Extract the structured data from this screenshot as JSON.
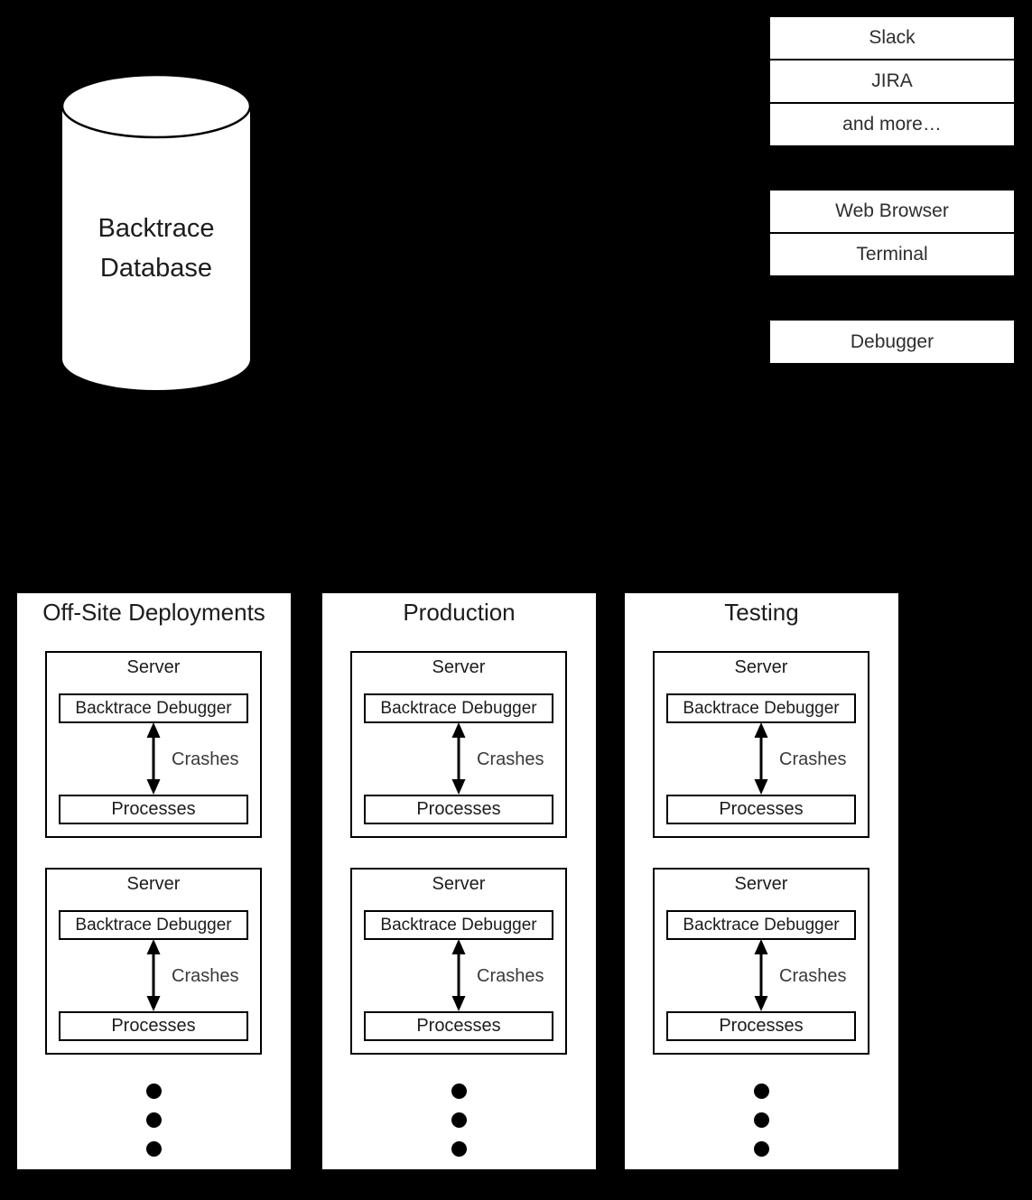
{
  "database": {
    "line1": "Backtrace",
    "line2": "Database"
  },
  "integrations": [
    "Slack",
    "JIRA",
    "and more…"
  ],
  "clients": [
    "Web Browser",
    "Terminal"
  ],
  "tools": [
    "Debugger"
  ],
  "panels": [
    {
      "title": "Off-Site Deployments",
      "servers": [
        {
          "title": "Server",
          "debugger": "Backtrace Debugger",
          "crashes": "Crashes",
          "processes": "Processes"
        },
        {
          "title": "Server",
          "debugger": "Backtrace Debugger",
          "crashes": "Crashes",
          "processes": "Processes"
        }
      ]
    },
    {
      "title": "Production",
      "servers": [
        {
          "title": "Server",
          "debugger": "Backtrace Debugger",
          "crashes": "Crashes",
          "processes": "Processes"
        },
        {
          "title": "Server",
          "debugger": "Backtrace Debugger",
          "crashes": "Crashes",
          "processes": "Processes"
        }
      ]
    },
    {
      "title": "Testing",
      "servers": [
        {
          "title": "Server",
          "debugger": "Backtrace Debugger",
          "crashes": "Crashes",
          "processes": "Processes"
        },
        {
          "title": "Server",
          "debugger": "Backtrace Debugger",
          "crashes": "Crashes",
          "processes": "Processes"
        }
      ]
    }
  ],
  "colors": {
    "background": "#000000",
    "box_fill": "#ffffff",
    "stroke": "#000000",
    "text": "#1c1c1c"
  }
}
